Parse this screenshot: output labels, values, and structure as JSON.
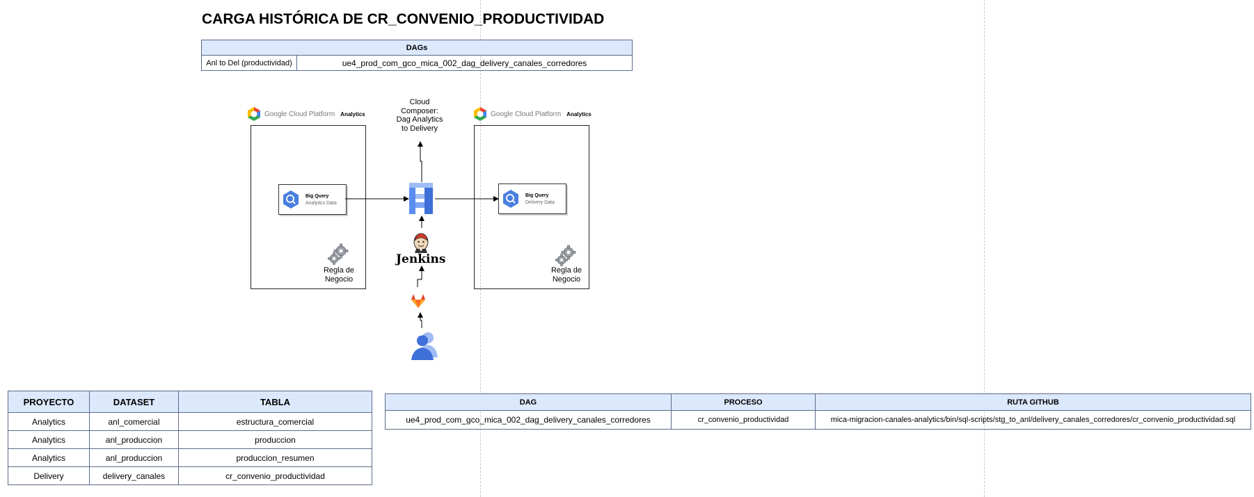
{
  "title": "CARGA HISTÓRICA DE CR_CONVENIO_PRODUCTIVIDAD",
  "dags_table": {
    "header": "DAGs",
    "row": {
      "label": "Anl to Del (productividad)",
      "dag": "ue4_prod_com_gco_mica_002_dag_delivery_canales_corredores"
    }
  },
  "diagram": {
    "left_platform": {
      "brand": "Google Cloud Platform",
      "env": "Analytics",
      "bq_title": "Big Query",
      "bq_sub": "Analytics Data",
      "rule": "Regla de\nNegocio"
    },
    "right_platform": {
      "brand": "Google Cloud Platform",
      "env": "Analytics",
      "bq_title": "Big Query",
      "bq_sub": "Delivery Data",
      "rule": "Regla de\nNegocio"
    },
    "composer_label": "Cloud Composer: Dag Analytics to Delivery",
    "jenkins_label": "Jenkins",
    "icons": [
      "gcp-logo-icon",
      "bigquery-icon",
      "gears-icon",
      "cloud-composer-icon",
      "jenkins-icon",
      "gitlab-icon",
      "users-icon"
    ]
  },
  "tables_table": {
    "headers": [
      "PROYECTO",
      "DATASET",
      "TABLA"
    ],
    "rows": [
      [
        "Analytics",
        "anl_comercial",
        "estructura_comercial"
      ],
      [
        "Analytics",
        "anl_produccion",
        "produccion"
      ],
      [
        "Analytics",
        "anl_produccion",
        "produccion_resumen"
      ],
      [
        "Delivery",
        "delivery_canales",
        "cr_convenio_productividad"
      ]
    ]
  },
  "process_table": {
    "headers": [
      "DAG",
      "PROCESO",
      "RUTA GITHUB"
    ],
    "row": [
      "ue4_prod_com_gco_mica_002_dag_delivery_canales_corredores",
      "cr_convenio_productividad",
      "mica-migracion-canales-analytics/bin/sql-scripts/stg_to_anl/delivery_canales_corredores/cr_convenio_productividad.sql"
    ]
  },
  "colors": {
    "header_bg": "#dce8fb",
    "bq_blue": "#4a7fe0",
    "composer_blue": "#5b8def",
    "gitlab_orange": "#e2432a"
  }
}
